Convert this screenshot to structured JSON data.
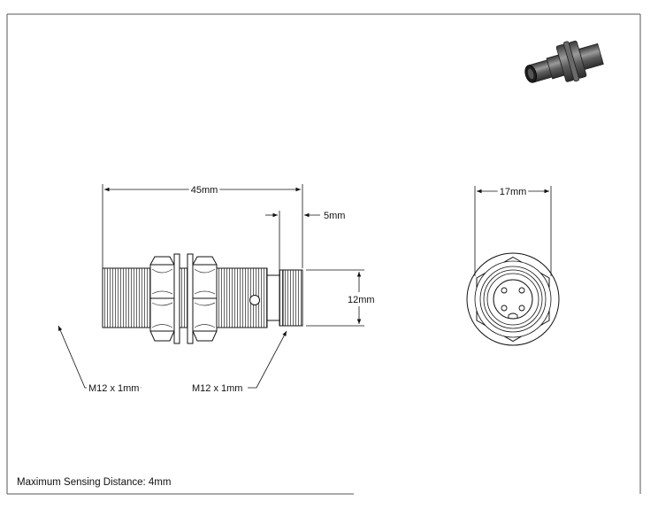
{
  "dimensions": {
    "overall_length": "45mm",
    "front_length": "5mm",
    "body_diameter": "12mm",
    "hex_width": "17mm",
    "thread_left": "M12 x 1mm",
    "thread_right": "M12 x 1mm"
  },
  "note": "Maximum Sensing Distance: 4mm"
}
